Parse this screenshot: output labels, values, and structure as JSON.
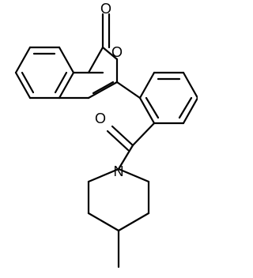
{
  "molecule": {
    "atoms": {
      "carbonyl_oxygen_top": "O",
      "ring_oxygen": "O",
      "amide_oxygen": "O",
      "nitrogen": "N"
    },
    "colors": {
      "bond": "#000000",
      "label": "#000000",
      "background": "#ffffff"
    }
  }
}
